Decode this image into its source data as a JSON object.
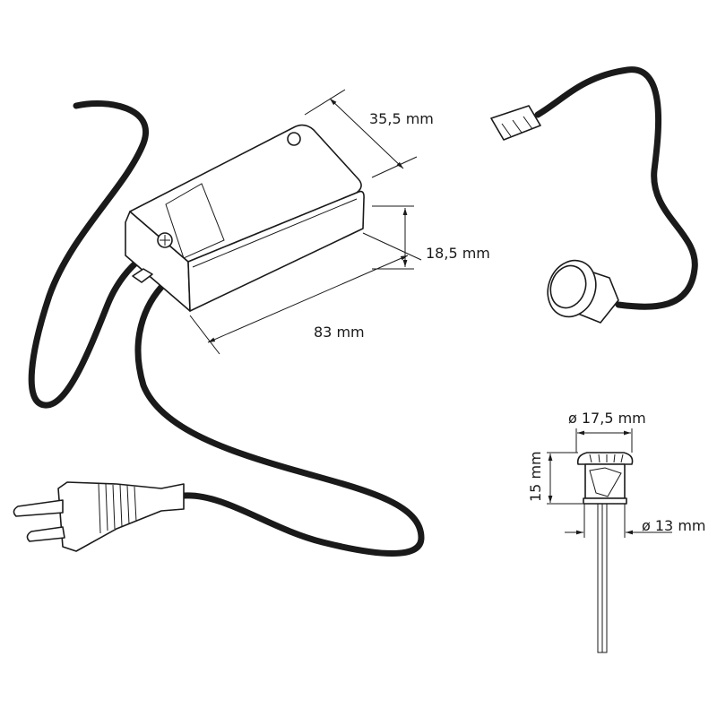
{
  "dimensions": {
    "box_width": "35,5 mm",
    "box_height": "18,5 mm",
    "box_length": "83 mm",
    "sensor_outer_diameter": "ø 17,5 mm",
    "sensor_height": "15 mm",
    "sensor_inner_diameter": "ø 13 mm"
  },
  "colors": {
    "line": "#1a1a1a",
    "background": "#ffffff"
  }
}
